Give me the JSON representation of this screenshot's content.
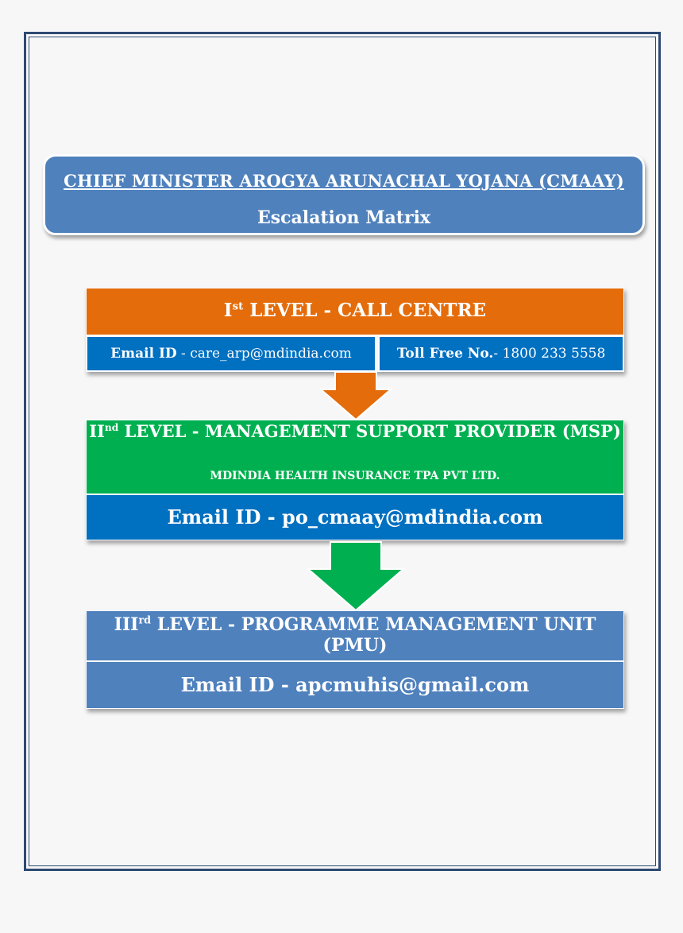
{
  "title": {
    "scheme": "CHIEF MINISTER AROGYA ARUNACHAL YOJANA (CMAAY)",
    "subtitle": "Escalation Matrix"
  },
  "levels": [
    {
      "ordinal": "I",
      "ordinal_suffix": "st",
      "heading": " LEVEL - CALL CENTRE",
      "email_label": "Email ID",
      "email_value": " - care_arp@mdindia.com",
      "toll_label": "Toll Free No.",
      "toll_value": "- 1800 233 5558"
    },
    {
      "ordinal": "II",
      "ordinal_suffix": "nd",
      "heading": " LEVEL - MANAGEMENT SUPPORT PROVIDER (MSP)",
      "provider": "MDINDIA HEALTH INSURANCE TPA PVT LTD.",
      "email_line": "Email ID - po_cmaay@mdindia.com"
    },
    {
      "ordinal": "III",
      "ordinal_suffix": "rd",
      "heading": " LEVEL - PROGRAMME MANAGEMENT UNIT (PMU)",
      "email_line": "Email ID -  apcmuhis@gmail.com"
    }
  ],
  "colors": {
    "level1_header": "#e46c0a",
    "level2_header": "#00b050",
    "level3": "#4f81bd",
    "email_blue": "#0070c0",
    "title_box": "#4f81bd"
  }
}
